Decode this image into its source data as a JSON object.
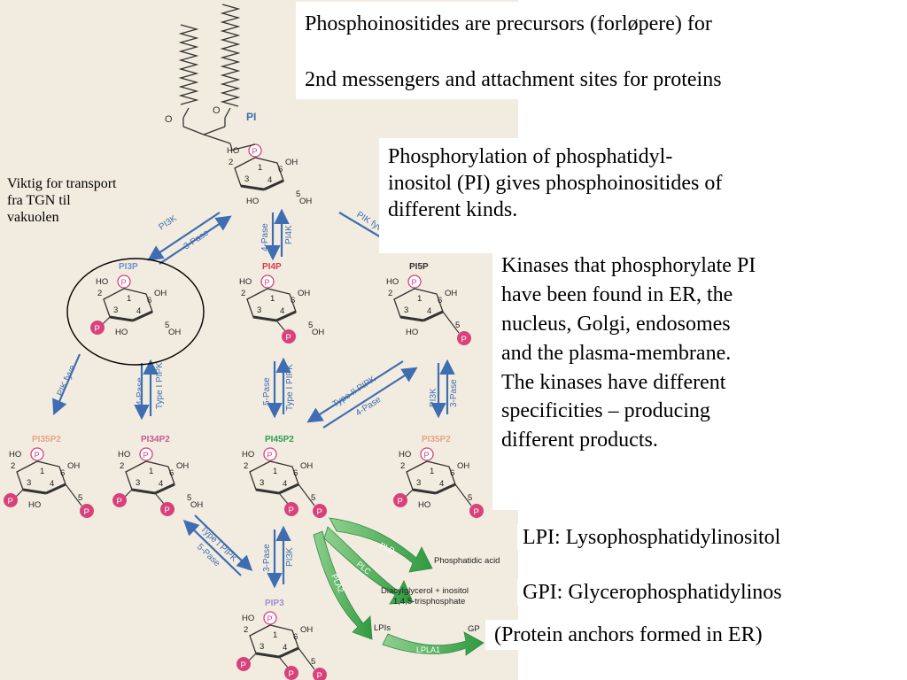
{
  "headline": {
    "line1": "Phosphoinositides are precursors (forløpere) for",
    "line2": "2nd messengers and attachment sites for proteins"
  },
  "paragraph_phosphorylation": {
    "line1": "Phosphorylation of phosphatidyl-",
    "line2": "inositol (PI) gives phosphoinositides of",
    "line3": "different kinds."
  },
  "paragraph_kinases": {
    "line1": "Kinases that phosphorylate PI",
    "line2": "have been found in ER, the",
    "line3": "nucleus, Golgi, endosomes",
    "line4": "and the plasma-membrane.",
    "line5": "The kinases have different",
    "line6": "specificities – producing",
    "line7": "different products."
  },
  "lpi_note": "LPI: Lysophosphatidylinositol",
  "gpi_note": "GPI: Glycerophosphatidylinos",
  "protein_anchor_note": "(Protein anchors formed in ER)",
  "side_note": {
    "line1": "Viktig for transport",
    "line2": "fra TGN til",
    "line3": "vakuolen"
  },
  "diagram": {
    "pi_label": "PI",
    "phosphate_label": "P",
    "ho_label": "HO",
    "oh_label": "OH",
    "ring_numbers": [
      "1",
      "2",
      "3",
      "4",
      "5",
      "6"
    ],
    "species": {
      "pi3p": "PI3P",
      "pi4p": "PI4P",
      "pi5p": "PI5P",
      "pi35p2_left": "PI35P2",
      "pi34p2": "PI34P2",
      "pi45p2": "PI45P2",
      "pi35p2_right": "PI35P2",
      "pip3": "PIP3"
    },
    "enzymes": {
      "pi3k": "PI3K",
      "three_pase": "3-Pase",
      "four_pase": "4-Pase",
      "pi4k": "PI4K",
      "pik_fyve": "PIK fyve",
      "type_i_pipk": "Type I PIPK",
      "five_pase": "5-Pase",
      "type_ii_pipk": "Type II PIPK",
      "pld": "PLD",
      "plc": "PLC",
      "pla2": "PLA2",
      "lpla1": "LPLA1"
    },
    "products": {
      "phosphatidic_acid": "Phosphatidic acid",
      "dag_line1": "Diacylglycerol + inositol",
      "dag_line2": "1,4,5-trisphosphate",
      "lpis": "LPIs",
      "gp": "GP"
    },
    "colors": {
      "background": "#f2ece0",
      "bond": "#333333",
      "arrow": "#3f6db1",
      "phosphate_filled": "#d8427a",
      "phosphate_outline": "#d8427a",
      "label_blue": "#6f8fcf",
      "label_red": "#d83b4c",
      "label_green": "#2f9a52",
      "label_orange": "#e7a487",
      "label_pink": "#c85a8b",
      "label_lavender": "#9b8fd2",
      "green_arrow": "#3aa548"
    }
  }
}
